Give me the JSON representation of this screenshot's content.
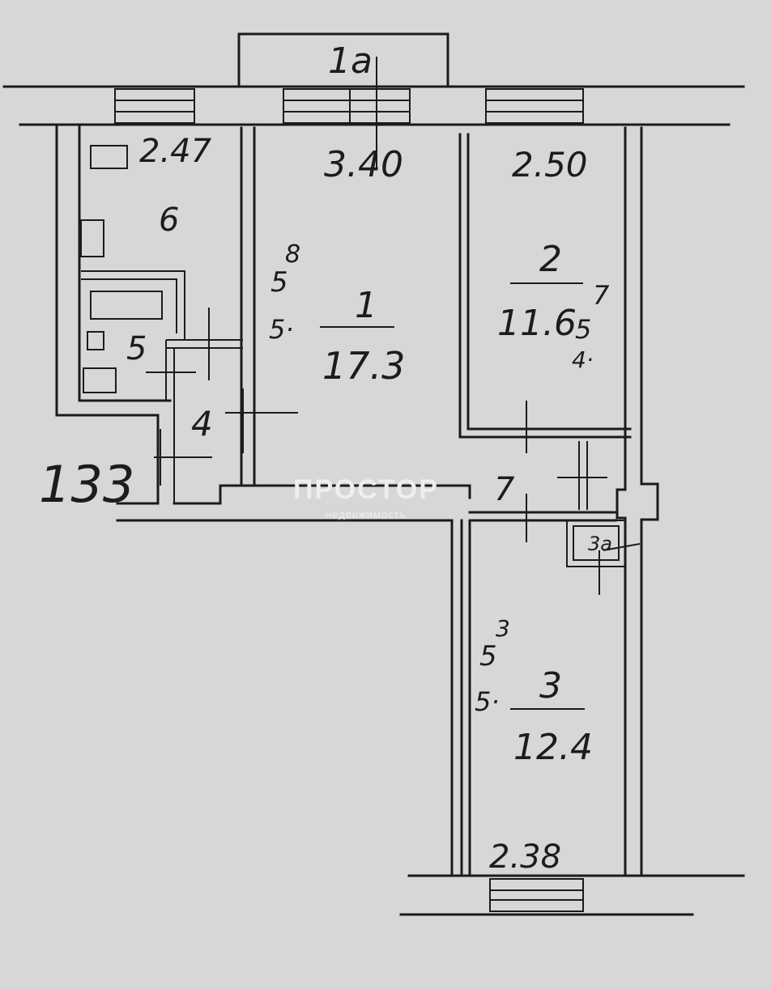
{
  "plan": {
    "balcony_label": "1a",
    "dims": {
      "kitchen_width": "2.47",
      "room1_width": "3.40",
      "room2_width": "2.50",
      "room3_width": "2.38"
    },
    "rooms": [
      {
        "key": "room1",
        "number": "1",
        "area": "17.3"
      },
      {
        "key": "room2",
        "number": "2",
        "area": "11.6"
      },
      {
        "key": "room3",
        "number": "3",
        "area": "12.4"
      },
      {
        "key": "corridor",
        "number": "4"
      },
      {
        "key": "bathroom",
        "number": "5"
      },
      {
        "key": "kitchen",
        "number": "6"
      },
      {
        "key": "hall",
        "number": "7"
      },
      {
        "key": "closet",
        "number": "3a"
      }
    ],
    "height_notes": {
      "room1": [
        "8",
        "5",
        "5·"
      ],
      "room2": [
        "7",
        "5",
        "4·"
      ],
      "room3": [
        "3",
        "5",
        "5·"
      ]
    },
    "building_number": "133"
  },
  "watermark": {
    "title": "ПРОСТОР",
    "subtitle": "недвижимость"
  }
}
